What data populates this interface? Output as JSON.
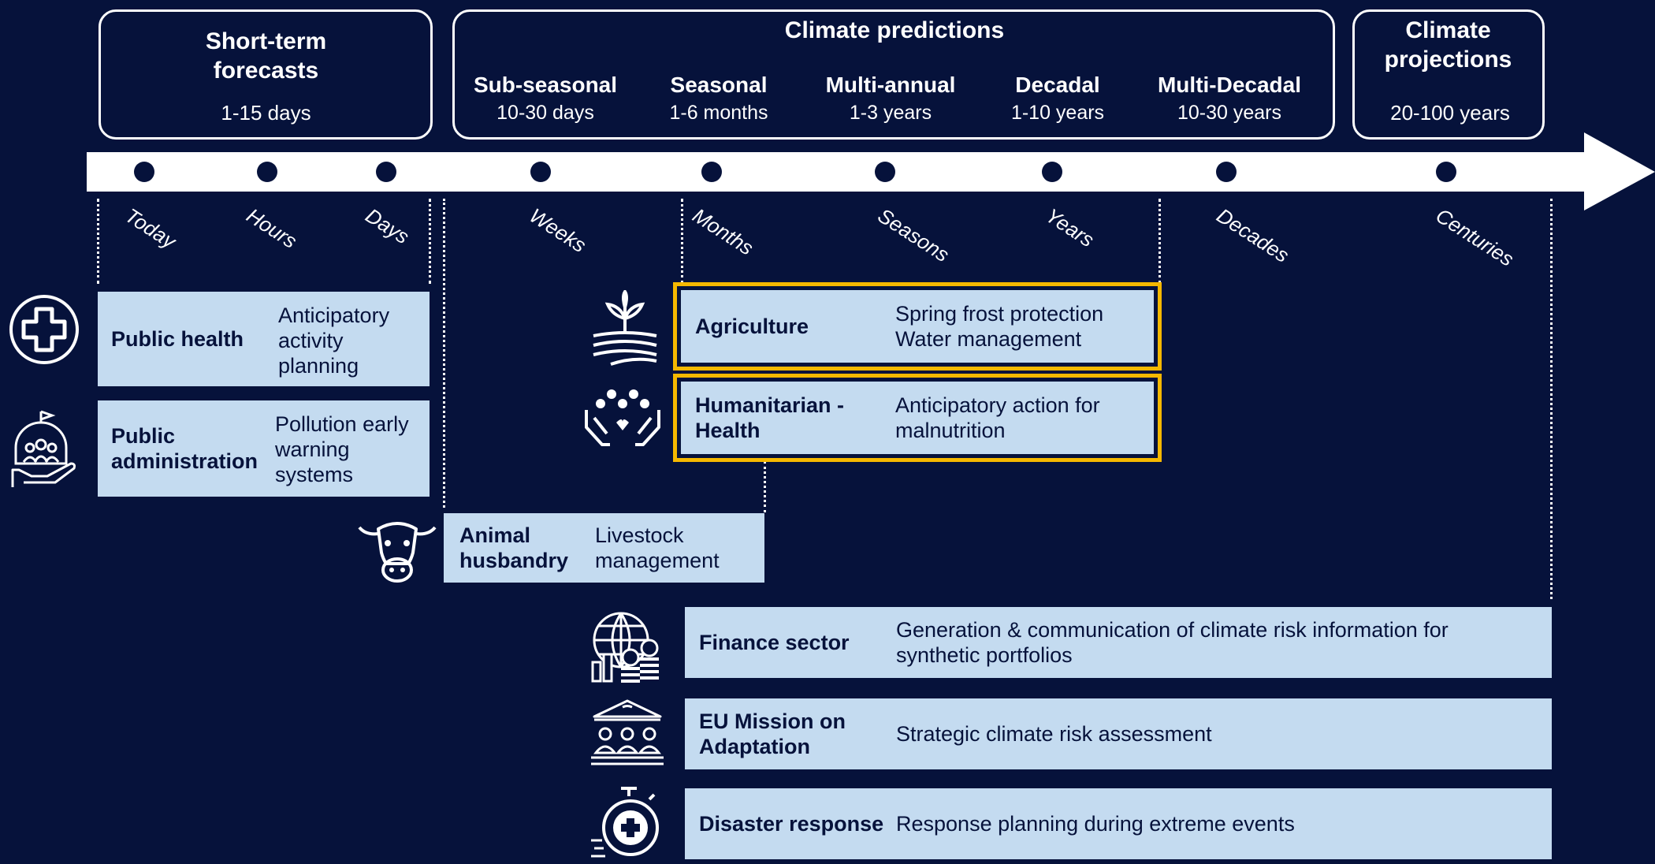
{
  "header": {
    "short_term": {
      "title": "Short-term forecasts",
      "sub": "1-15 days"
    },
    "predictions": {
      "title": "Climate predictions",
      "columns": [
        {
          "title": "Sub-seasonal",
          "sub": "10-30 days"
        },
        {
          "title": "Seasonal",
          "sub": "1-6 months"
        },
        {
          "title": "Multi-annual",
          "sub": "1-3 years"
        },
        {
          "title": "Decadal",
          "sub": "1-10 years"
        },
        {
          "title": "Multi-Decadal",
          "sub": "10-30 years"
        }
      ]
    },
    "projections": {
      "title": "Climate projections",
      "sub": "20-100 years"
    }
  },
  "timeline": [
    "Today",
    "Hours",
    "Days",
    "Weeks",
    "Months",
    "Seasons",
    "Years",
    "Decades",
    "Centuries"
  ],
  "sectors": [
    {
      "name": "Public health",
      "desc": "Anticipatory activity planning",
      "icon": "medical-cross-icon"
    },
    {
      "name": "Public administration",
      "desc": "Pollution early warning systems",
      "icon": "hand-holding-people-icon"
    },
    {
      "name": "Agriculture",
      "desc": "Spring frost protection Water management",
      "icon": "plant-field-icon",
      "highlight": true
    },
    {
      "name": "Humanitarian - Health",
      "desc": "Anticipatory action for malnutrition",
      "icon": "hands-people-heart-icon",
      "highlight": true
    },
    {
      "name": "Animal husbandry",
      "desc": "Livestock management",
      "icon": "cow-icon"
    },
    {
      "name": "Finance sector",
      "desc": "Generation & communication of climate risk information for synthetic portfolios",
      "icon": "globe-finance-icon"
    },
    {
      "name": "EU Mission on Adaptation",
      "desc": "Strategic climate risk assessment",
      "icon": "institution-people-icon"
    },
    {
      "name": "Disaster response",
      "desc": "Response planning during extreme events",
      "icon": "stopwatch-medical-icon"
    }
  ],
  "colors": {
    "background": "#06123b",
    "card": "#c4dbf0",
    "highlight": "#f5b800",
    "line": "#ffffff"
  }
}
